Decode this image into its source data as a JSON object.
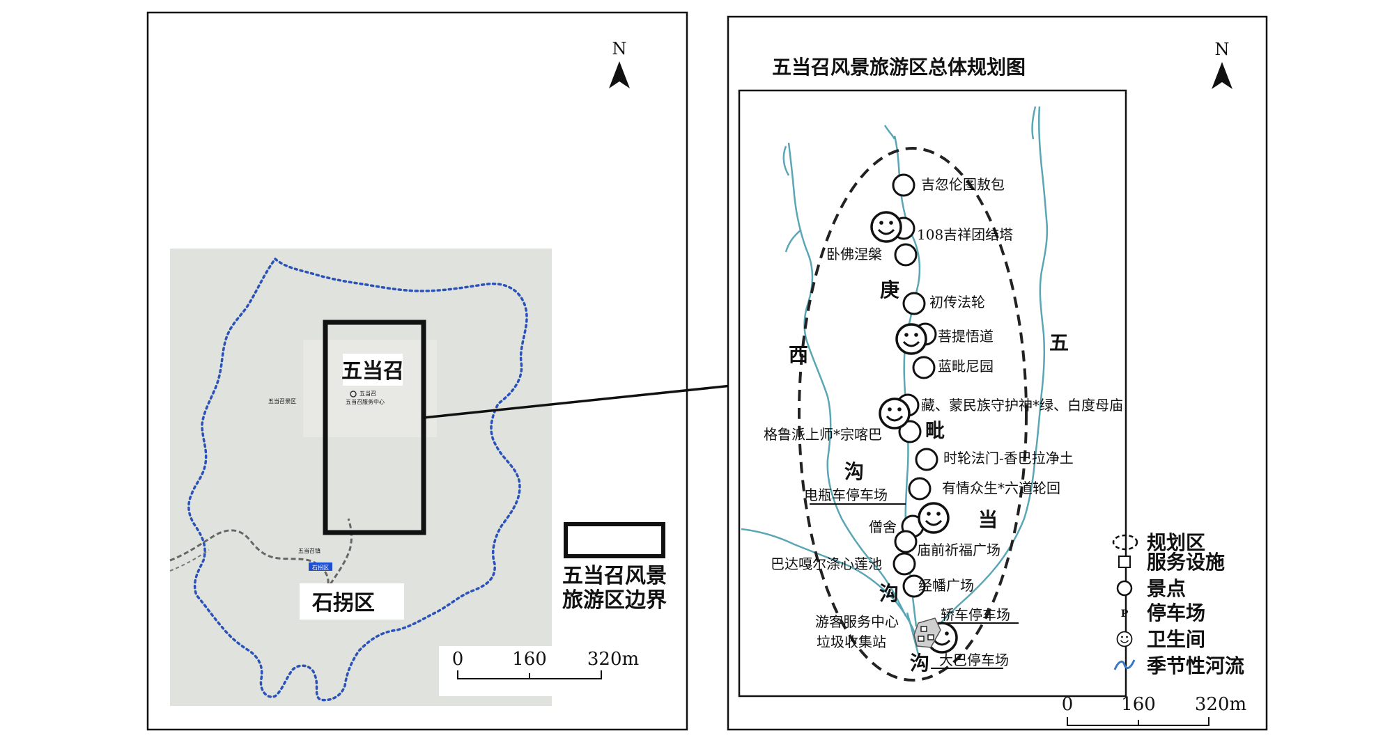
{
  "left_panel": {
    "north_label": "N",
    "place_main": "五当召",
    "place_small_1": "五当召",
    "place_small_2": "五当召服务中心",
    "place_small_3": "五当召景区",
    "place_small_4": "五当召镇",
    "place_small_5": "石拐区",
    "district_label": "石拐区",
    "legend_label_line1": "五当召风景",
    "legend_label_line2": "旅游区边界",
    "scale": [
      "0",
      "160",
      "320m"
    ]
  },
  "right_panel": {
    "north_label": "N",
    "title": "五当召风景旅游区总体规划图",
    "valley_chars": [
      "庚",
      "毗",
      "沟",
      "沟",
      "沟"
    ],
    "side_chars": [
      "西",
      "五",
      "当"
    ],
    "spots": [
      "吉忽伦图敖包",
      "108吉祥团结塔",
      "卧佛涅槃",
      "初传法轮",
      "菩提悟道",
      "蓝毗尼园",
      "藏、蒙民族守护神*绿、白度母庙",
      "格鲁派上师*宗喀巴",
      "时轮法门-香巴拉净土",
      "有情众生*六道轮回",
      "电瓶车停车场",
      "僧舍",
      "庙前祈福广场",
      "巴达嘎尔涤心莲池",
      "经幡广场",
      "游客服务中心",
      "垃圾收集站",
      "轿车停车场",
      "大巴停车场"
    ],
    "legend": {
      "items": [
        "规划区",
        "服务设施",
        "景点",
        "停车场",
        "卫生间",
        "季节性河流"
      ],
      "parking_symbol": "P"
    },
    "scale": [
      "0",
      "160",
      "320m"
    ],
    "colors": {
      "river": "#5aa6b5",
      "boundary": "#1a1a1a",
      "basemap": "#e0e2dd",
      "route": "#2255bb"
    }
  }
}
